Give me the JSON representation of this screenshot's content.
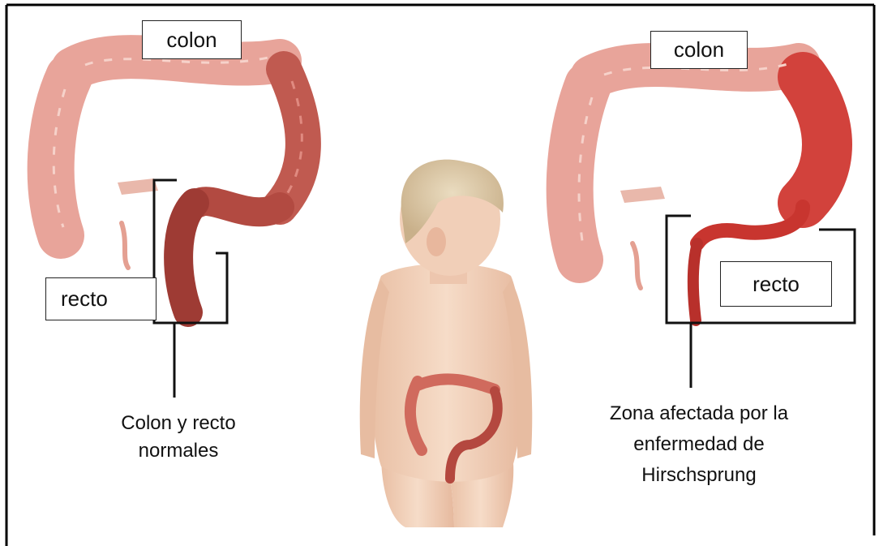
{
  "labels": {
    "left_colon": "colon",
    "left_rectum": "recto",
    "right_colon": "colon",
    "right_rectum": "recto"
  },
  "captions": {
    "normal": [
      "Colon y recto",
      "normales"
    ],
    "affected": [
      "Zona afectada por la",
      "enfermedad de",
      "Hirschsprung"
    ]
  },
  "colors": {
    "healthy_colon": "#e8a49a",
    "normal_rectum": "#b4483f",
    "affected_colon": "#d2423c",
    "skin": "#f3d3bd",
    "hair": "#d8c3a0",
    "bracket": "#111111"
  }
}
